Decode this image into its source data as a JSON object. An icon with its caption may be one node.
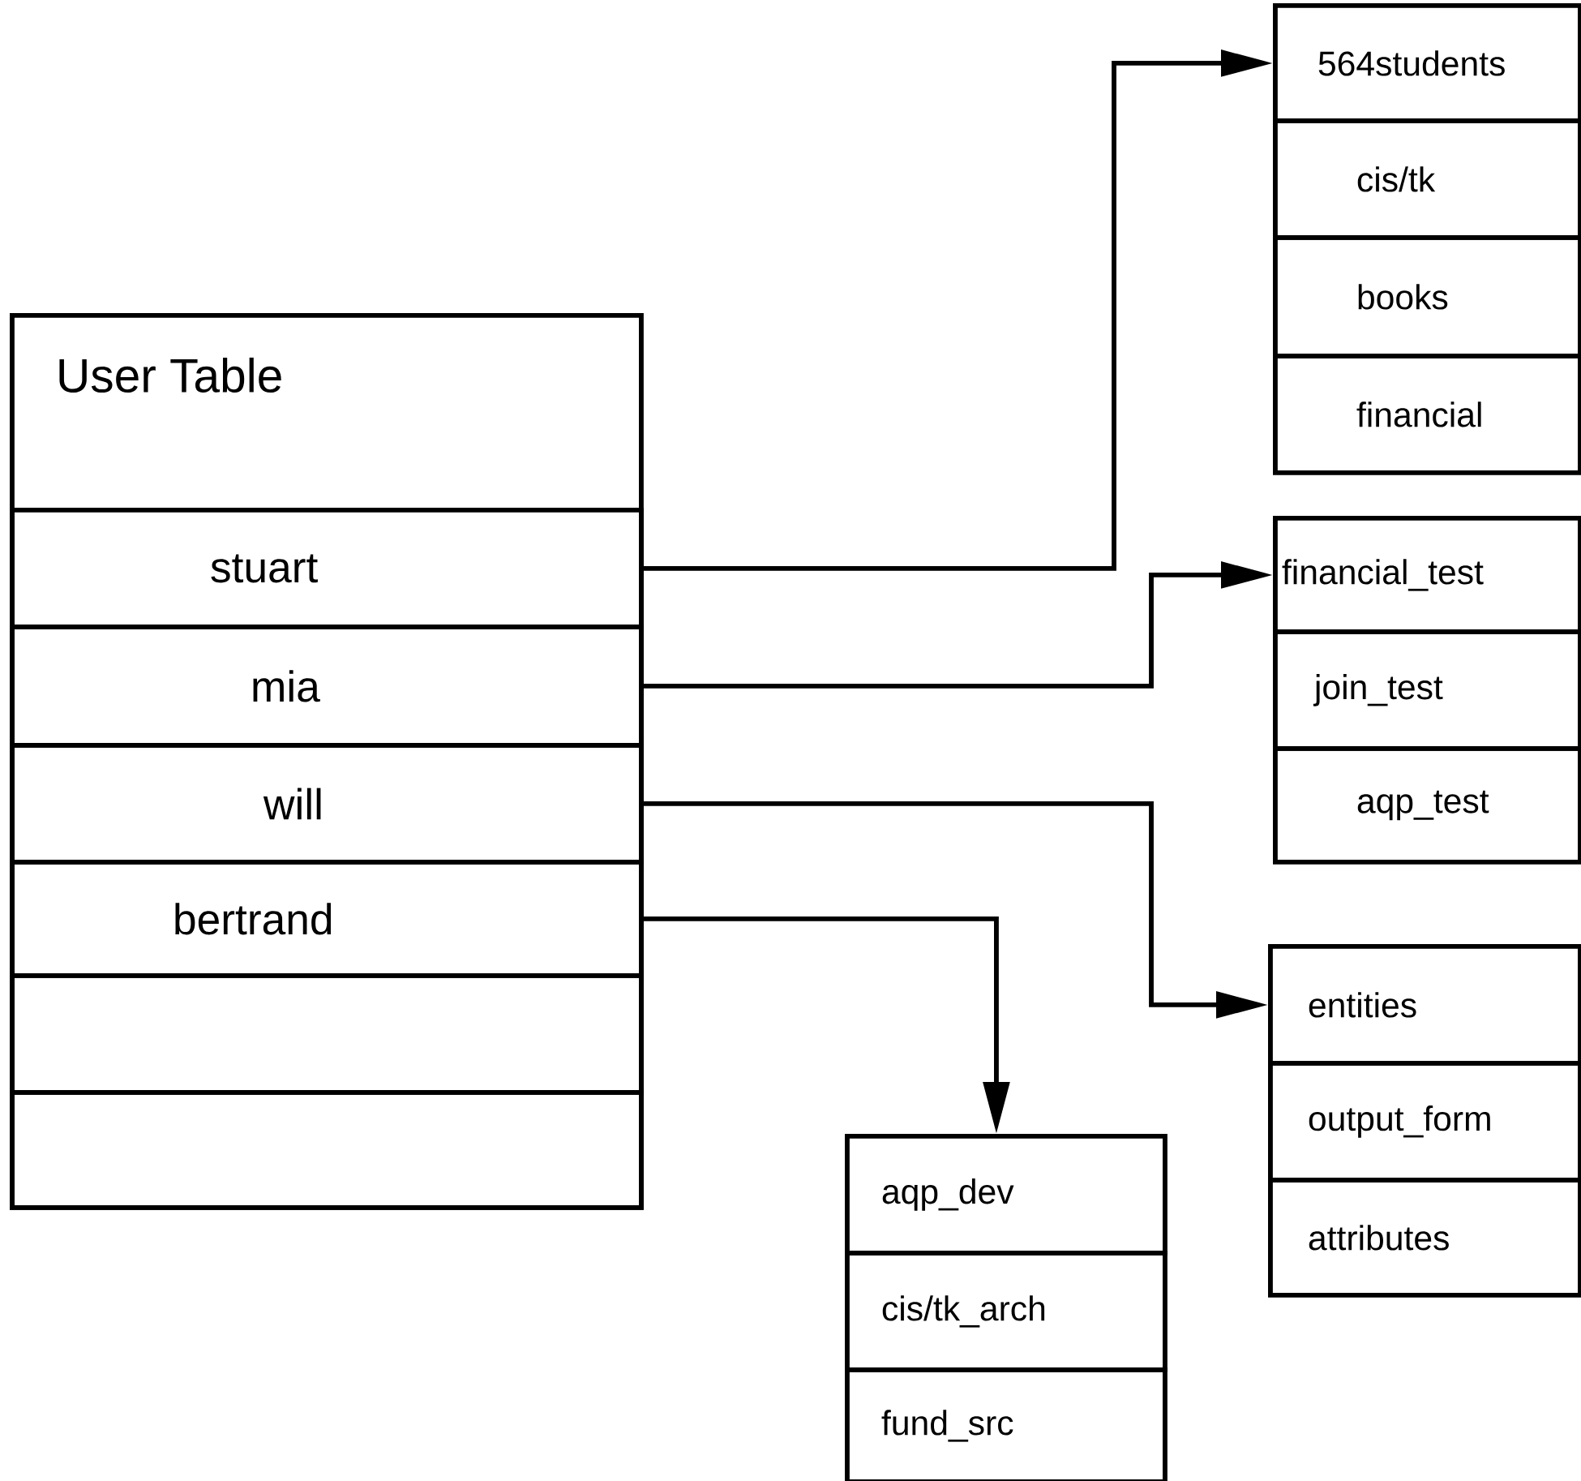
{
  "diagram": {
    "nodes": [
      {
        "text": [
          "User Table"
        ]
      },
      {
        "text": [
          "stuart"
        ],
        "in": 0
      },
      {
        "text": [
          "mia"
        ],
        "in": 0
      },
      {
        "text": [
          "will"
        ],
        "in": 0
      },
      {
        "text": [
          "bertrand"
        ],
        "in": 0
      },
      {
        "text": [],
        "shape": "box",
        "in": 0
      },
      {
        "text": [],
        "shape": "box",
        "in": 0
      },
      {
        "text": [
          "564students"
        ]
      },
      {
        "text": [
          "cis/tk"
        ]
      },
      {
        "text": [
          "books"
        ]
      },
      {
        "text": [
          "financial"
        ]
      },
      {
        "text": [
          "financial_test"
        ]
      },
      {
        "text": [
          "join_test"
        ]
      },
      {
        "text": [
          "aqp_test"
        ]
      },
      {
        "text": [
          "entities"
        ]
      },
      {
        "text": [
          "output_form"
        ]
      },
      {
        "text": [
          "attributes"
        ]
      },
      {
        "text": [
          "aqp_dev"
        ]
      },
      {
        "text": [
          "cis/tk_arch"
        ]
      },
      {
        "text": [
          "fund_src"
        ]
      }
    ],
    "edges": [
      {
        "from": 1,
        "to": 7,
        "arrow": "to"
      },
      {
        "from": 2,
        "to": 11,
        "arrow": "to"
      },
      {
        "from": 3,
        "to": 14,
        "arrow": "to"
      },
      {
        "from": 4,
        "to": 17,
        "arrow": "to"
      }
    ]
  }
}
